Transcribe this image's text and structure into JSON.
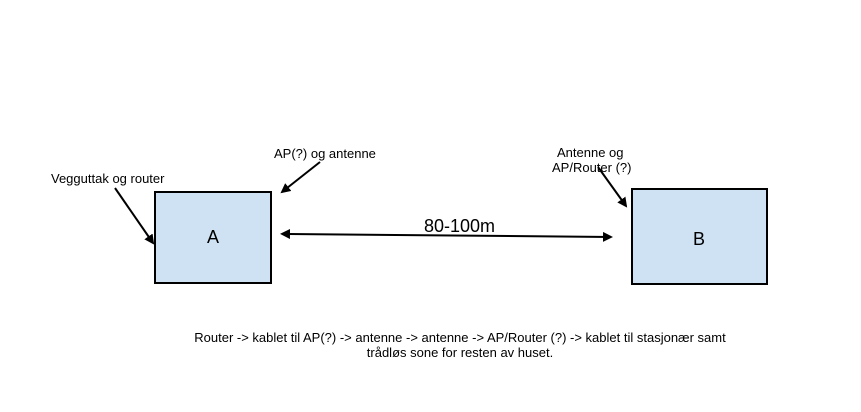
{
  "labels": {
    "wall_outlet": "Vegguttak og router",
    "ap_antenna": "AP(?) og antenne",
    "antenna_ap_line1": "Antenne og",
    "antenna_ap_line2": "AP/Router (?)"
  },
  "boxes": {
    "a": "A",
    "b": "B"
  },
  "distance": "80-100m",
  "caption": {
    "line1": "Router -> kablet til AP(?) -> antenne -> antenne -> AP/Router (?) -> kablet til stasjonær samt",
    "line2": "trådløs sone for resten av huset."
  },
  "colors": {
    "box_fill": "#cfe2f3",
    "stroke": "#000000"
  }
}
